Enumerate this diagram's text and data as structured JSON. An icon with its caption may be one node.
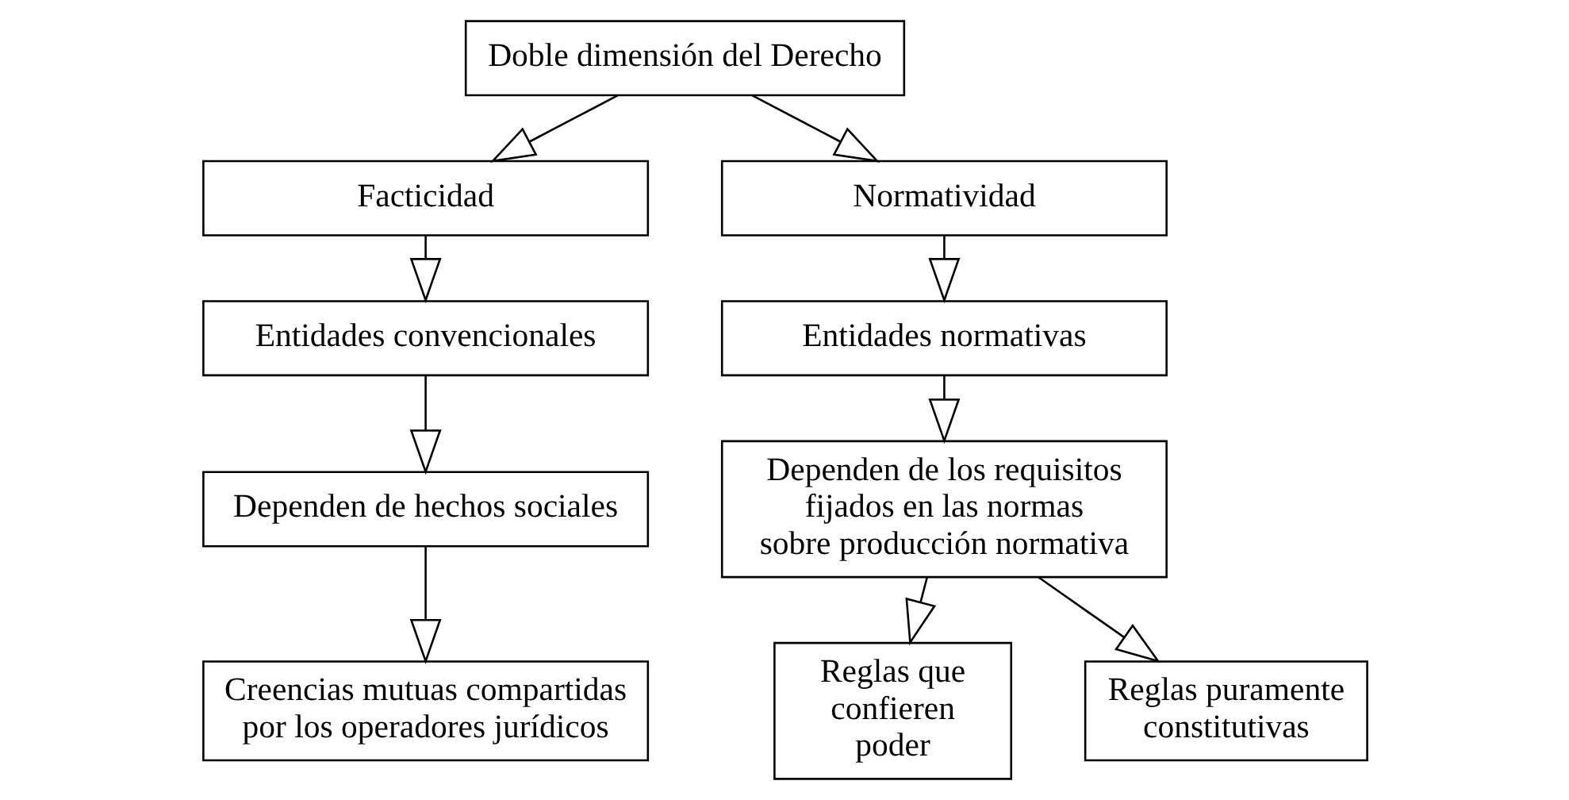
{
  "diagram": {
    "nodes": [
      {
        "text": [
          "Doble dimensión del Derecho"
        ]
      },
      {
        "text": [
          "Facticidad"
        ]
      },
      {
        "text": [
          "Normatividad"
        ]
      },
      {
        "text": [
          "Entidades convencionales"
        ]
      },
      {
        "text": [
          "Entidades normativas"
        ]
      },
      {
        "text": [
          "Dependen de hechos sociales"
        ]
      },
      {
        "text": [
          "Dependen de los requisitos fijados en las normas sobre producción normativa"
        ]
      },
      {
        "text": [
          "Creencias mutuas compartidas por los operadores jurídicos"
        ]
      },
      {
        "text": [
          "Reglas que confieren poder"
        ]
      },
      {
        "text": [
          "Reglas puramente constitutivas"
        ]
      }
    ],
    "edges": [
      {
        "from": 0,
        "to": 1,
        "arrow": "to"
      },
      {
        "from": 0,
        "to": 2,
        "arrow": "to"
      },
      {
        "from": 1,
        "to": 3,
        "arrow": "to"
      },
      {
        "from": 2,
        "to": 4,
        "arrow": "to"
      },
      {
        "from": 3,
        "to": 5,
        "arrow": "to"
      },
      {
        "from": 4,
        "to": 6,
        "arrow": "to"
      },
      {
        "from": 5,
        "to": 7,
        "arrow": "to"
      },
      {
        "from": 6,
        "to": 8,
        "arrow": "to"
      },
      {
        "from": 6,
        "to": 9,
        "arrow": "to"
      }
    ]
  }
}
